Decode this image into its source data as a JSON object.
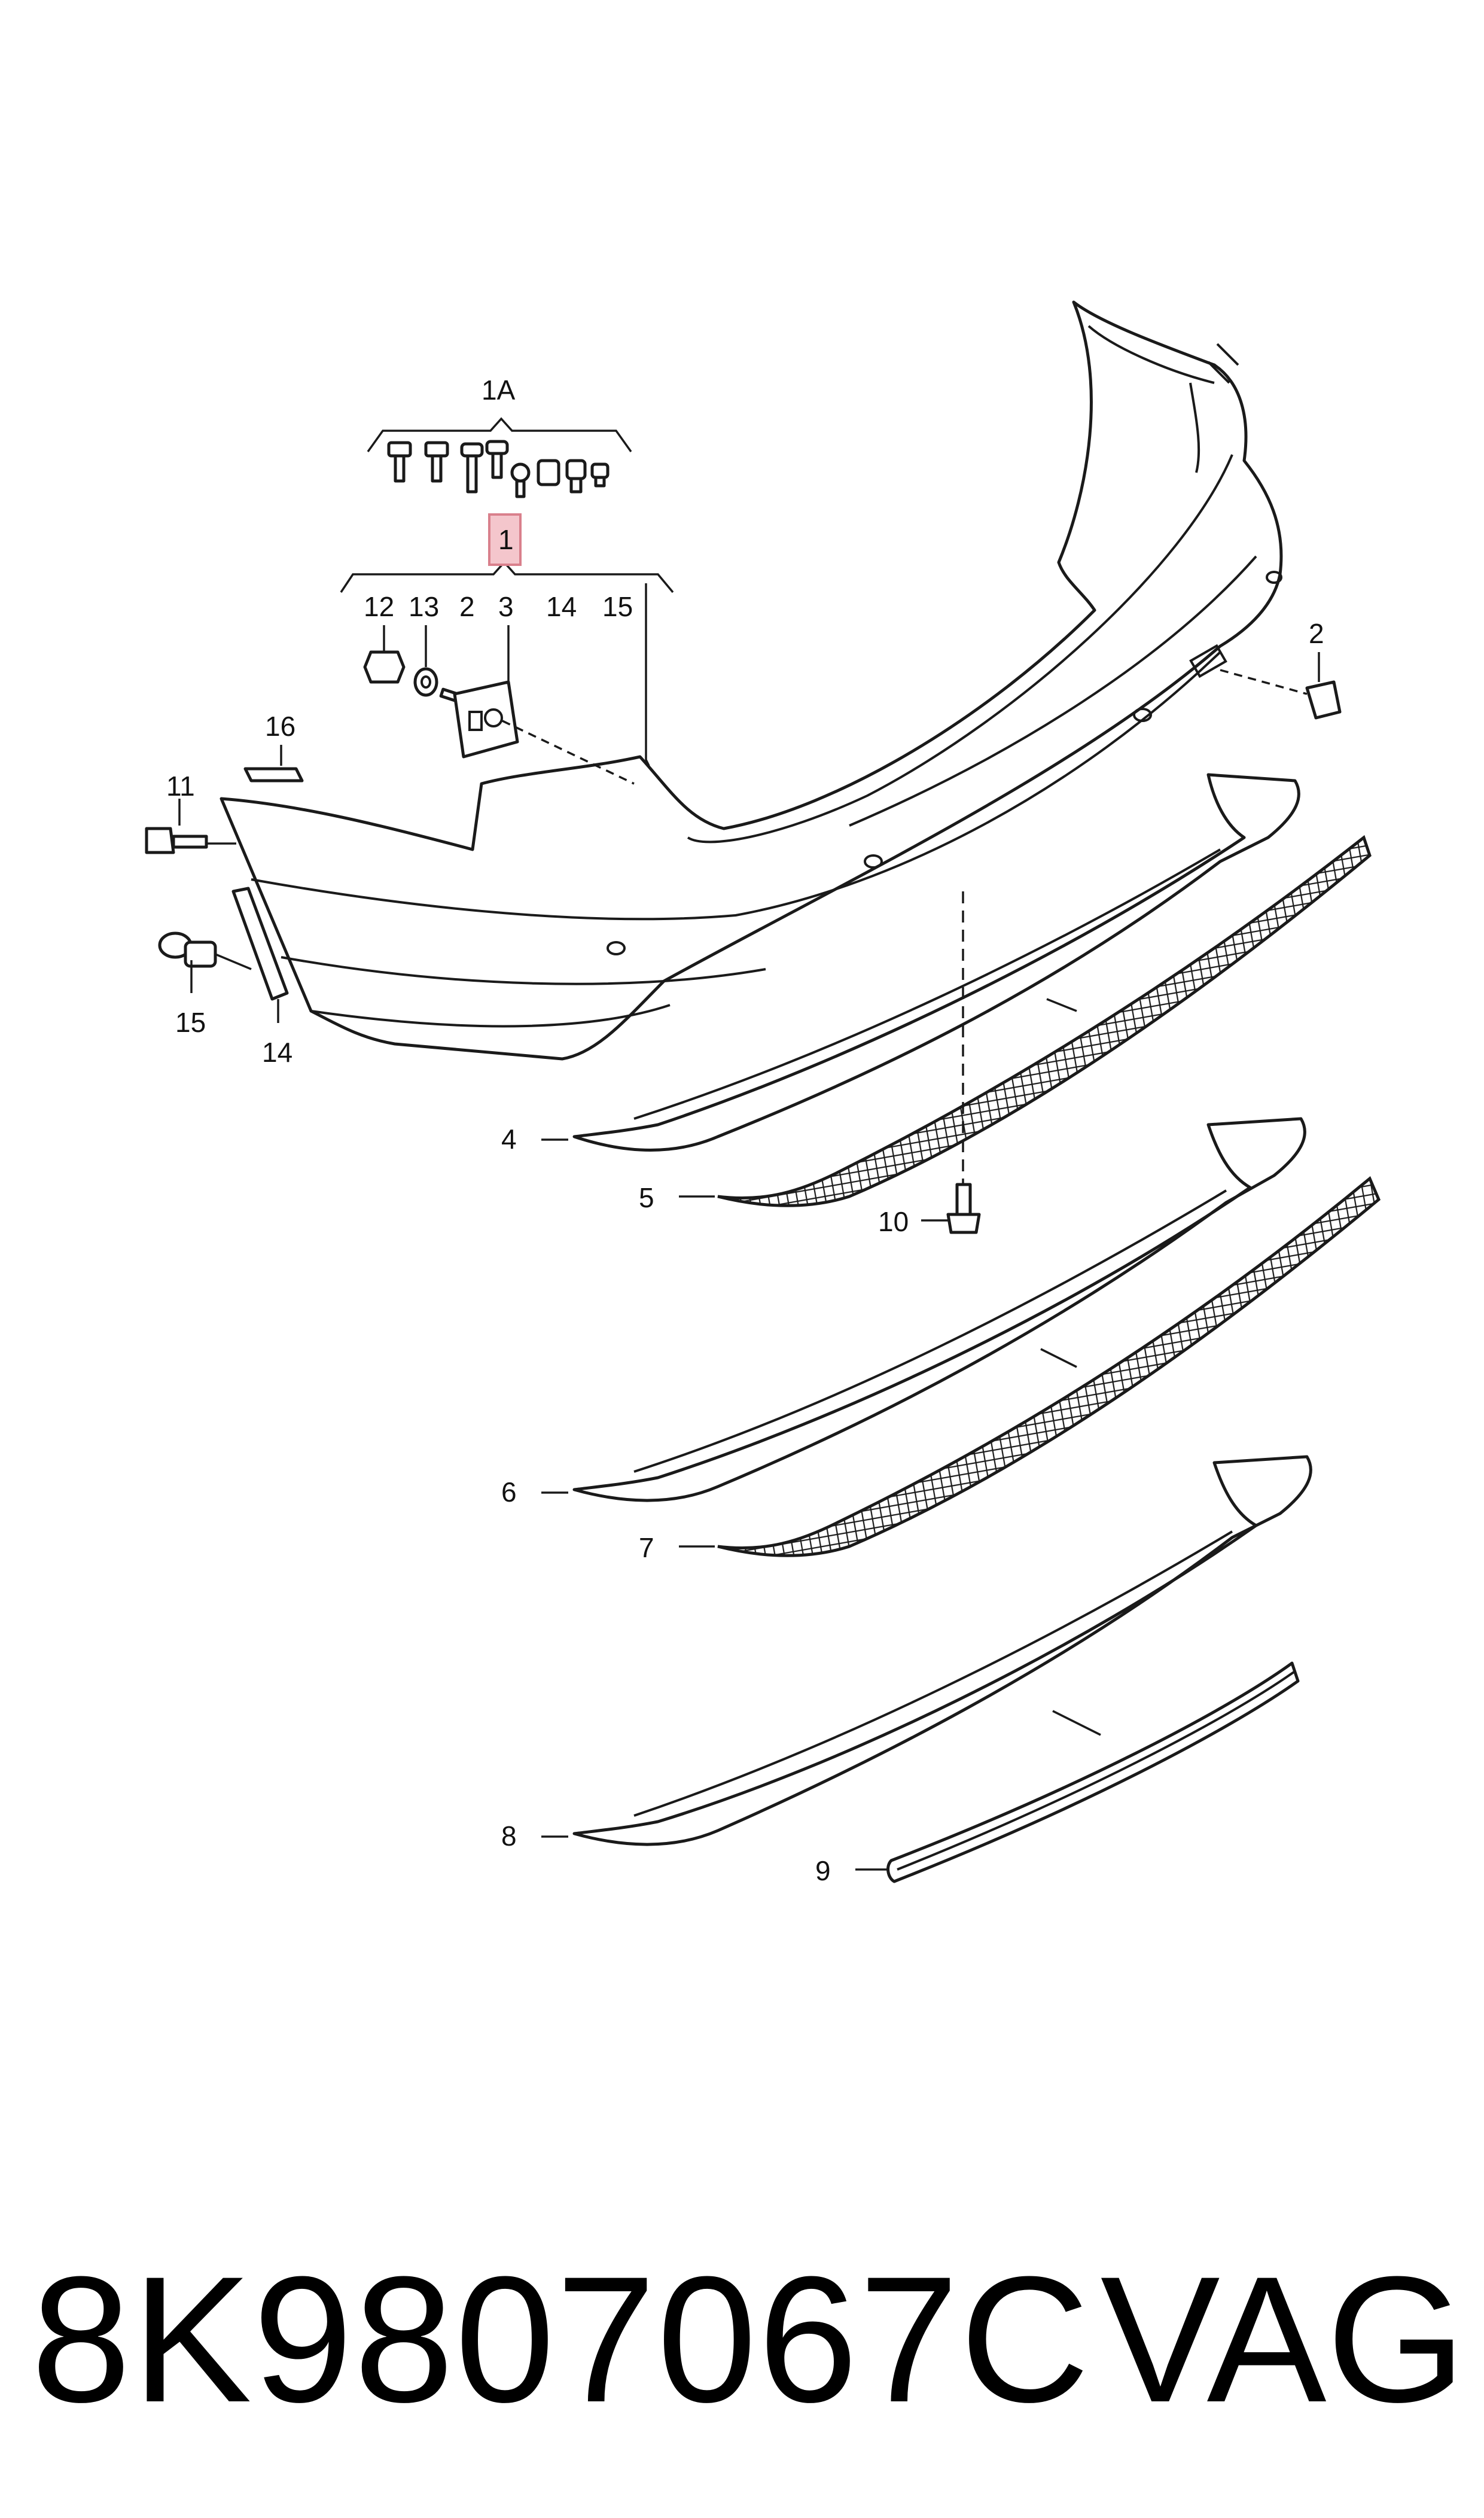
{
  "diagram": {
    "callouts": {
      "c1A": "1A",
      "c1": "1",
      "c12": "12",
      "c13": "13",
      "c2a": "2",
      "c3": "3",
      "c14a": "14",
      "c15a": "15",
      "c16": "16",
      "c11": "11",
      "c15b": "15",
      "c14b": "14",
      "c2b": "2",
      "c4": "4",
      "c5": "5",
      "c10": "10",
      "c6": "6",
      "c7": "7",
      "c8": "8",
      "c9": "9"
    },
    "highlight_color": "#f4c6cc",
    "highlight_border": "#d9808c"
  },
  "footer": {
    "part_number": "8K9807067C",
    "brand": "VAG"
  }
}
